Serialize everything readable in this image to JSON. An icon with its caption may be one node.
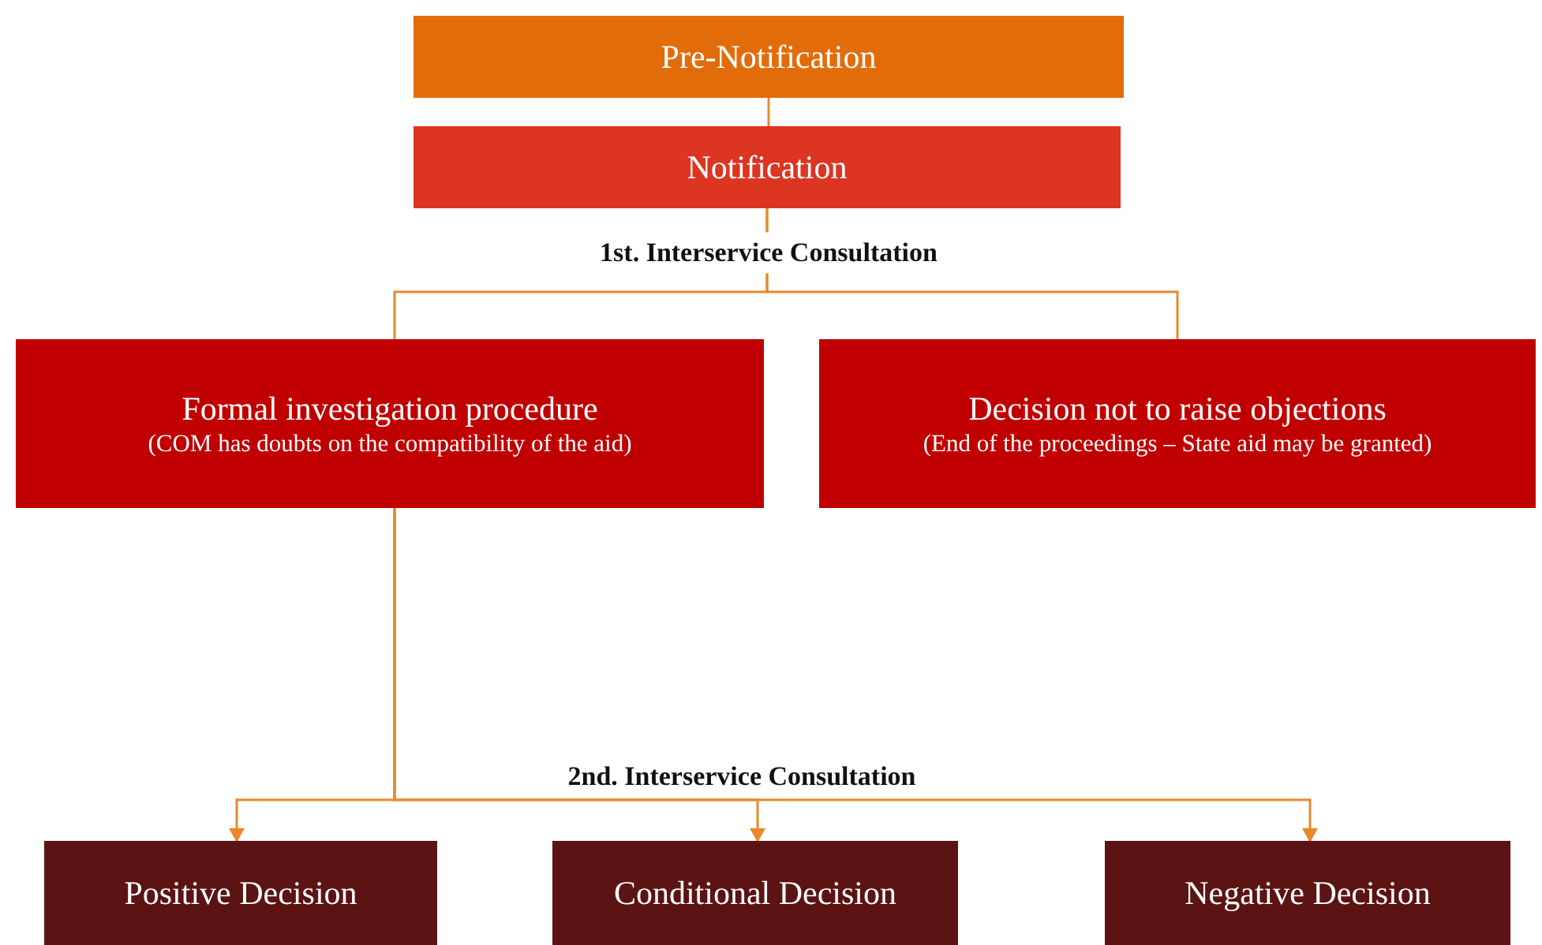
{
  "diagram": {
    "nodes": [
      {
        "text": [
          "Pre-Notification"
        ]
      },
      {
        "text": [
          "Notification"
        ]
      },
      {
        "text": [
          "Formal investigation procedure",
          "(COM has doubts on the compatibility of the aid)"
        ]
      },
      {
        "text": [
          "Decision not to raise objections",
          "(End of the proceedings – State aid may be granted)"
        ]
      },
      {
        "text": [
          "Positive Decision"
        ]
      },
      {
        "text": [
          "Conditional Decision"
        ]
      },
      {
        "text": [
          "Negative Decision"
        ]
      }
    ],
    "edges": [
      {
        "from": 0,
        "to": 1,
        "arrow": "none"
      },
      {
        "from": 1,
        "to": 2,
        "arrow": "none"
      },
      {
        "from": 1,
        "to": 3,
        "arrow": "none"
      },
      {
        "from": 2,
        "to": 4,
        "arrow": "to"
      },
      {
        "from": 2,
        "to": 5,
        "arrow": "to"
      },
      {
        "from": 2,
        "to": 6,
        "arrow": "to"
      }
    ],
    "labels": [
      "1st. Interservice Consultation",
      "2nd. Interservice Consultation"
    ]
  }
}
